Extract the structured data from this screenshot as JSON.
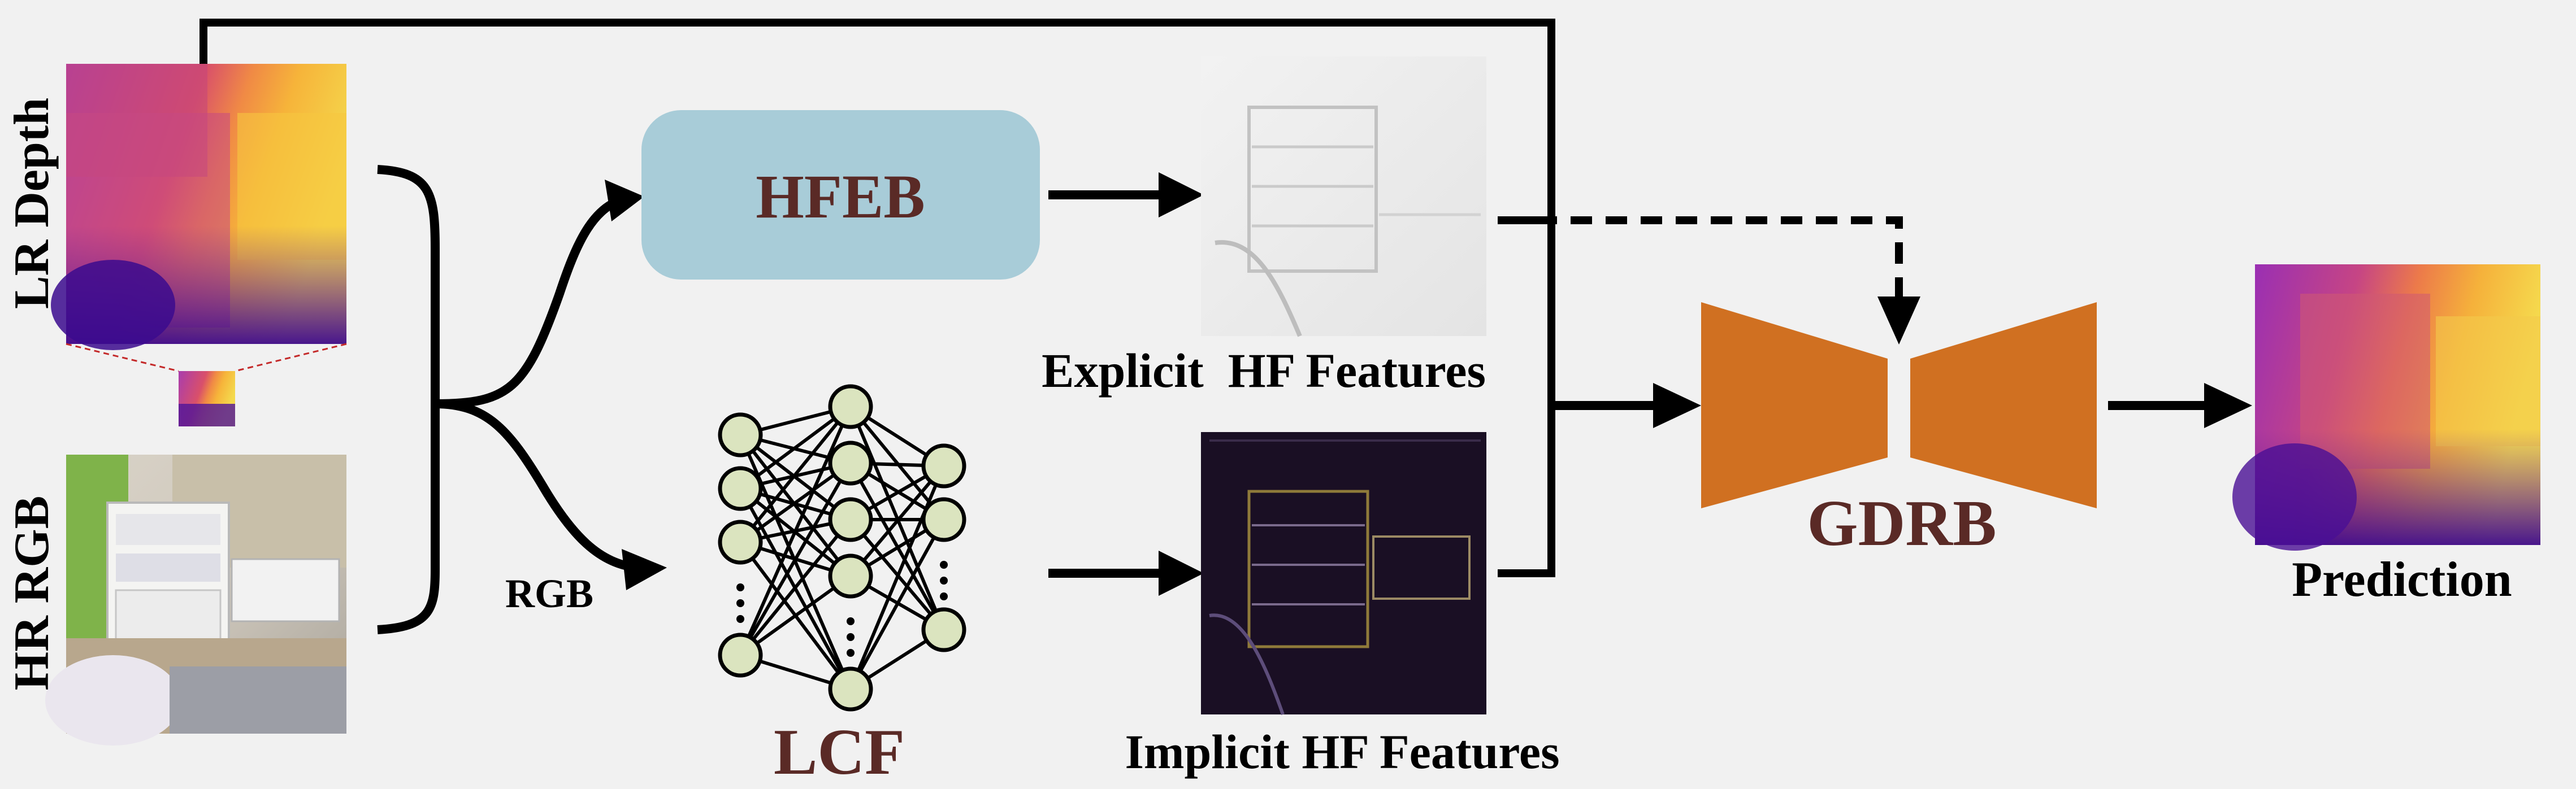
{
  "inputs": {
    "lr_depth_label": "LR Depth",
    "hr_rgb_label": "HR RGB"
  },
  "rgb_label": "RGB",
  "blocks": {
    "hfeb": "HFEB",
    "lcf": "LCF",
    "gdrb": "GDRB"
  },
  "features": {
    "explicit_label": "Explicit  HF Features",
    "implicit_label": "Implicit HF Features"
  },
  "output": {
    "prediction_label": "Prediction"
  },
  "colors": {
    "hfeb_fill": "#a8ccd8",
    "gdrb_fill": "#d07021",
    "block_text": "#5a2a26",
    "lcf_node_fill": "#dbe4bf",
    "zoom_guide": "#c42a2a"
  },
  "icons": {
    "lr_depth_image": "depth-map-thumbnail",
    "hr_rgb_image": "indoor-room-photo",
    "explicit_features_image": "grayscale-edge-map",
    "implicit_features_image": "dark-edge-map",
    "prediction_image": "hr-depth-map"
  }
}
